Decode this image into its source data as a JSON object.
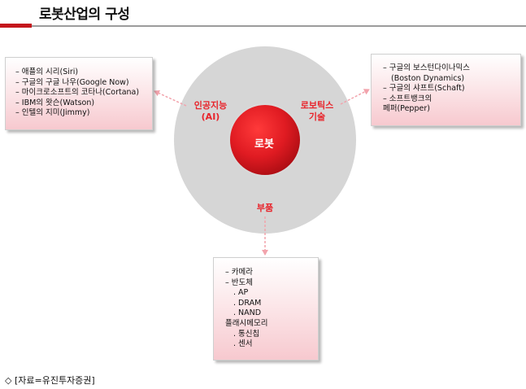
{
  "title": "로봇산업의 구성",
  "core": {
    "label": "로봇"
  },
  "labels": {
    "ai_line1": "인공지능",
    "ai_line2": "(AI)",
    "robotics_line1": "로보틱스",
    "robotics_line2": "기술",
    "parts": "부품"
  },
  "ai_box": {
    "items": [
      "– 애플의 시리(Siri)",
      "– 구글의 구글 나우(Google Now)",
      "– 마이크로소프트의 코타나(Cortana)",
      "– IBM의 왓슨(Watson)",
      "– 인텔의 지미(Jimmy)"
    ]
  },
  "robotics_box": {
    "items": [
      "– 구글의 보스턴다이나믹스",
      "  (Boston Dynamics)",
      "– 구글의 샤프트(Schaft)",
      "– 소프트뱅크의",
      "페퍼(Pepper)"
    ]
  },
  "parts_box": {
    "items": [
      "– 카메라",
      "– 반도체",
      "  . AP",
      "  . DRAM",
      "  . NAND",
      "플래시메모리",
      "  . 통신칩",
      "  . 센서"
    ]
  },
  "source": "◇ [자료=유진투자증권]",
  "colors": {
    "accent_red": "#c4161c",
    "label_red": "#e8242b",
    "outer_circle": "#d6d6d6",
    "core_red": "#dd1e26",
    "arrow_pink": "#f2a3ac"
  }
}
